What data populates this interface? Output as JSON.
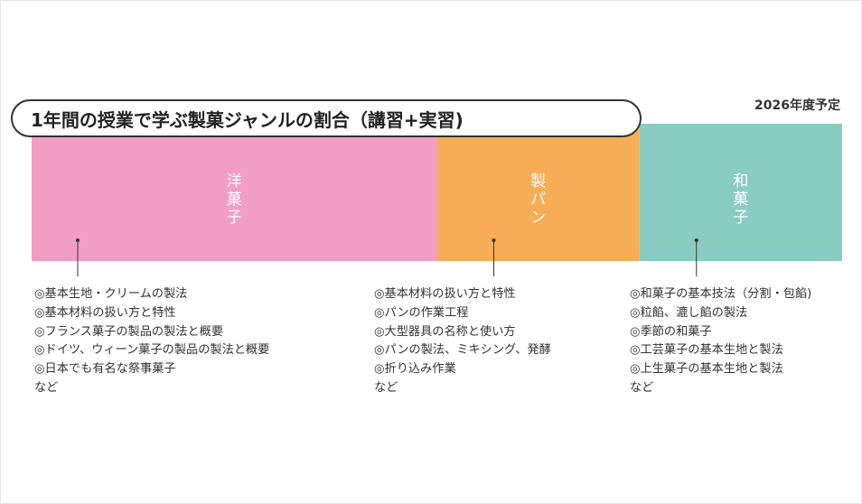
{
  "note": "2026年度予定",
  "chart_data": {
    "type": "bar",
    "title": "1年間の授業で学ぶ製菓ジャンルの割合（講習+実習)",
    "orientation": "stacked-horizontal",
    "categories": [
      "洋菓子",
      "製パン",
      "和菓子"
    ],
    "values": [
      50,
      25,
      25
    ],
    "colors": [
      "#f29ec4",
      "#f6ad56",
      "#89cdc2"
    ],
    "details": [
      {
        "items": [
          "◎基本生地・クリームの製法",
          "◎基本材料の扱い方と特性",
          "◎フランス菓子の製品の製法と概要",
          "◎ドイツ、ウィーン菓子の製品の製法と概要",
          "◎日本でも有名な祭事菓子"
        ],
        "footer": "など"
      },
      {
        "items": [
          "◎基本材料の扱い方と特性",
          "◎パンの作業工程",
          "◎大型器具の名称と使い方",
          "◎パンの製法、ミキシング、発酵",
          "◎折り込み作業"
        ],
        "footer": "など"
      },
      {
        "items": [
          "◎和菓子の基本技法（分割・包餡)",
          "◎粒餡、漉し餡の製法",
          "◎季節の和菓子",
          "◎工芸菓子の基本生地と製法",
          "◎上生菓子の基本生地と製法"
        ],
        "footer": "など"
      }
    ]
  }
}
